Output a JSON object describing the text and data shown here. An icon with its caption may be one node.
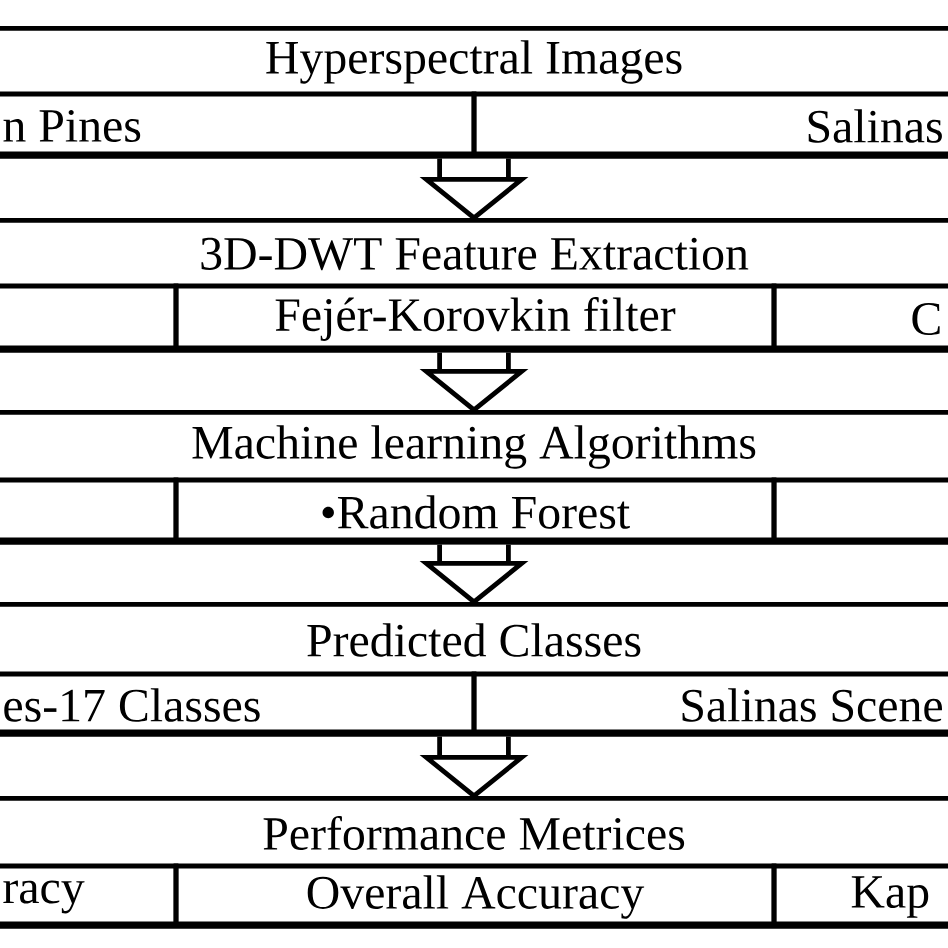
{
  "diagram": {
    "nodes": [
      {
        "text": [
          "Hyperspectral Images"
        ]
      },
      {
        "text": [
          "n Pines"
        ],
        "in": 0
      },
      {
        "text": [
          "Salinas"
        ],
        "in": 0
      },
      {
        "text": [
          "3D-DWT Feature Extraction"
        ]
      },
      {
        "text": [],
        "shape": "box",
        "in": 3
      },
      {
        "text": [
          "Fejér-Korovkin filter"
        ],
        "in": 3
      },
      {
        "text": [
          "C"
        ],
        "in": 3
      },
      {
        "text": [
          "Machine learning Algorithms"
        ]
      },
      {
        "text": [],
        "shape": "box",
        "in": 7
      },
      {
        "text": [
          "•Random Forest"
        ],
        "in": 7
      },
      {
        "text": [],
        "shape": "box",
        "in": 7
      },
      {
        "text": [
          "Predicted Classes"
        ]
      },
      {
        "text": [
          "es-17 Classes"
        ],
        "in": 11
      },
      {
        "text": [
          "Salinas Scene"
        ],
        "in": 11
      },
      {
        "text": [
          "Performance Metrices"
        ]
      },
      {
        "text": [
          "racy"
        ],
        "in": 14
      },
      {
        "text": [
          "Overall Accuracy"
        ],
        "in": 14
      },
      {
        "text": [
          "Kap"
        ],
        "in": 14
      }
    ],
    "edges": [
      {
        "from": 0,
        "to": 3,
        "arrow": "to"
      },
      {
        "from": 3,
        "to": 7,
        "arrow": "to"
      },
      {
        "from": 7,
        "to": 11,
        "arrow": "to"
      },
      {
        "from": 11,
        "to": 14,
        "arrow": "to"
      }
    ]
  }
}
